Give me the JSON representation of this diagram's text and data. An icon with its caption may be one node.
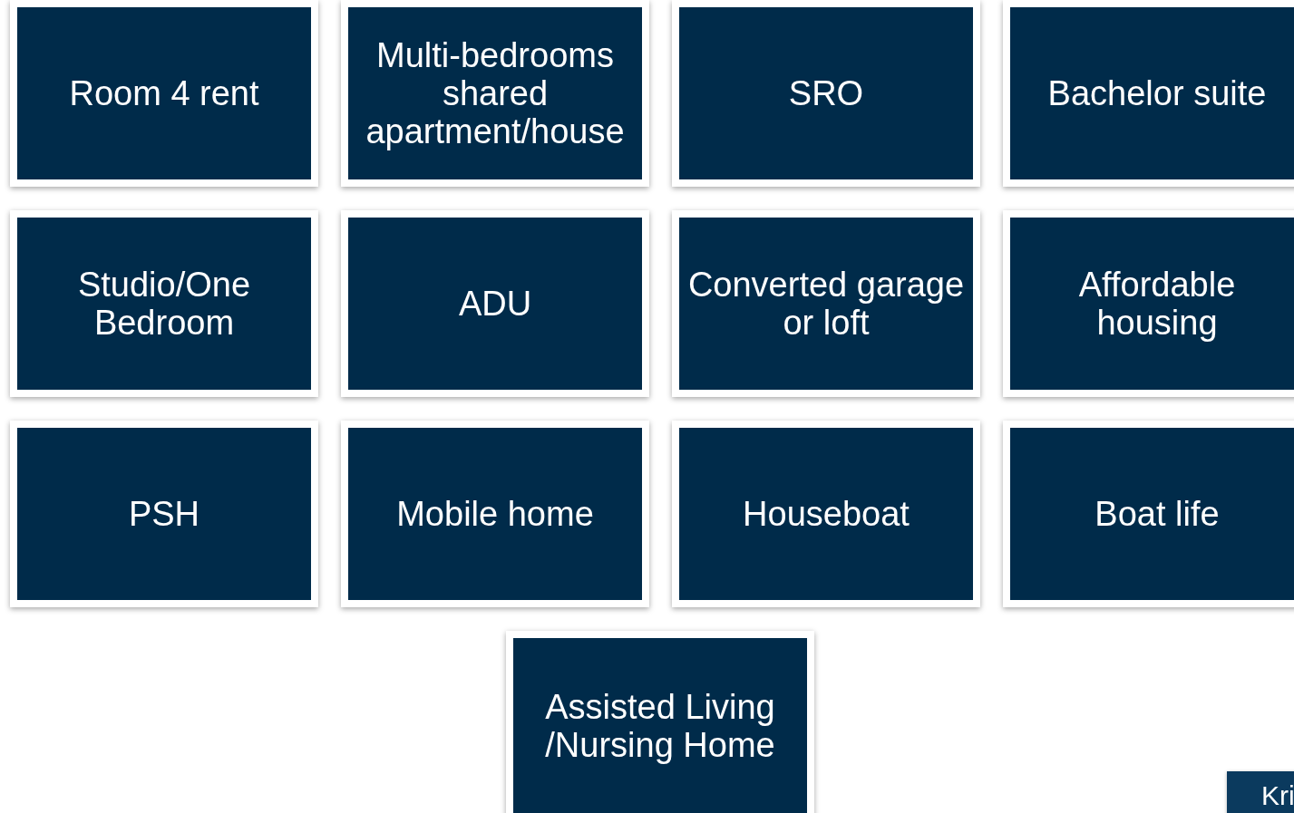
{
  "diagram": {
    "nodes": [
      {
        "text": [
          "Room 4 rent"
        ]
      },
      {
        "text": [
          "Multi-bedrooms shared apartment/house"
        ]
      },
      {
        "text": [
          "SRO"
        ]
      },
      {
        "text": [
          "Bachelor suite"
        ]
      },
      {
        "text": [
          "Studio/One Bedroom"
        ]
      },
      {
        "text": [
          "ADU"
        ]
      },
      {
        "text": [
          "Converted garage or loft"
        ]
      },
      {
        "text": [
          "Affordable housing"
        ]
      },
      {
        "text": [
          "PSH"
        ]
      },
      {
        "text": [
          "Mobile home"
        ]
      },
      {
        "text": [
          "Houseboat"
        ]
      },
      {
        "text": [
          "Boat life"
        ]
      },
      {
        "text": [
          "Assisted Living /Nursing Home"
        ]
      },
      {
        "text": [
          "Kri"
        ]
      }
    ]
  }
}
